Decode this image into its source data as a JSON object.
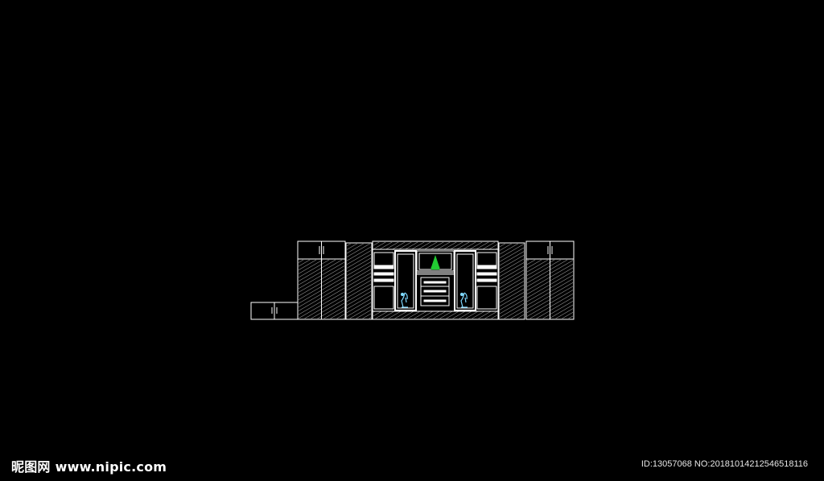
{
  "colors": {
    "background": "#000000",
    "line": "#ffffff",
    "plant": "#22cc33",
    "vase": "#7fd8ff"
  },
  "watermark": {
    "brand": "昵图网",
    "url": "www.nipic.com",
    "id_text": "ID:13057068 NO:20181014212546518116"
  }
}
